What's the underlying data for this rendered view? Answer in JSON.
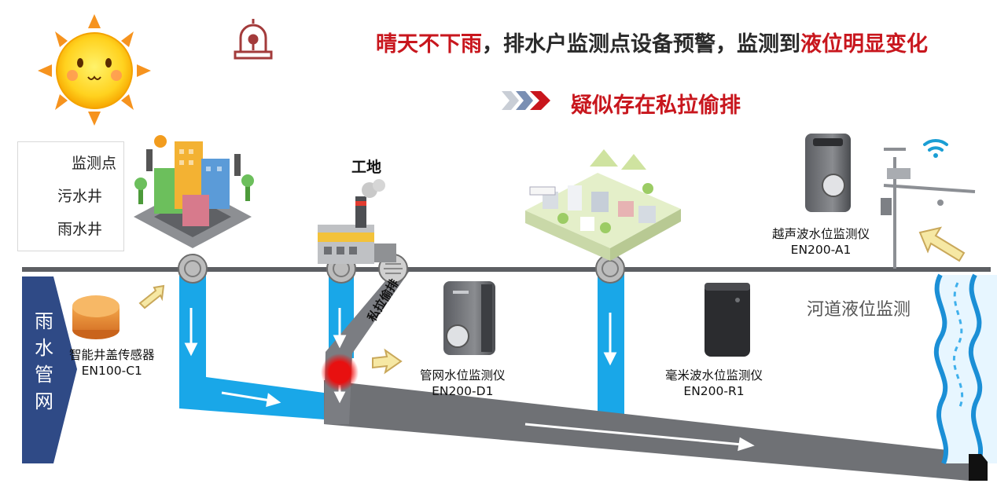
{
  "headline": {
    "part1": "晴天不下雨",
    "part2": "，排水户监测点设备预警，监测到",
    "part3": "液位明显变化"
  },
  "subhead": "疑似存在私拉偷排",
  "legend": {
    "items": [
      {
        "label": "监测点",
        "icon": "monitoring-point-icon"
      },
      {
        "label": "污水井",
        "icon": "sewage-well-icon"
      },
      {
        "label": "雨水井",
        "icon": "rain-well-icon"
      }
    ]
  },
  "site_label": "工地",
  "pipe_network_label": "雨水管网",
  "illegal_discharge_label": "私拉偷排",
  "river_label": "河道液位监测",
  "devices": [
    {
      "name": "智能井盖传感器",
      "model": "EN100-C1"
    },
    {
      "name": "管网水位监测仪",
      "model": "EN200-D1"
    },
    {
      "name": "毫米波水位监测仪",
      "model": "EN200-R1"
    },
    {
      "name": "越声波水位监测仪",
      "model": "EN200-A1"
    }
  ],
  "colors": {
    "accent_red": "#c8161d",
    "water_blue": "#19a7e8",
    "pipe_gray": "#6f7175",
    "network_navy": "#2f4a86",
    "alert_red": "#e81010"
  }
}
